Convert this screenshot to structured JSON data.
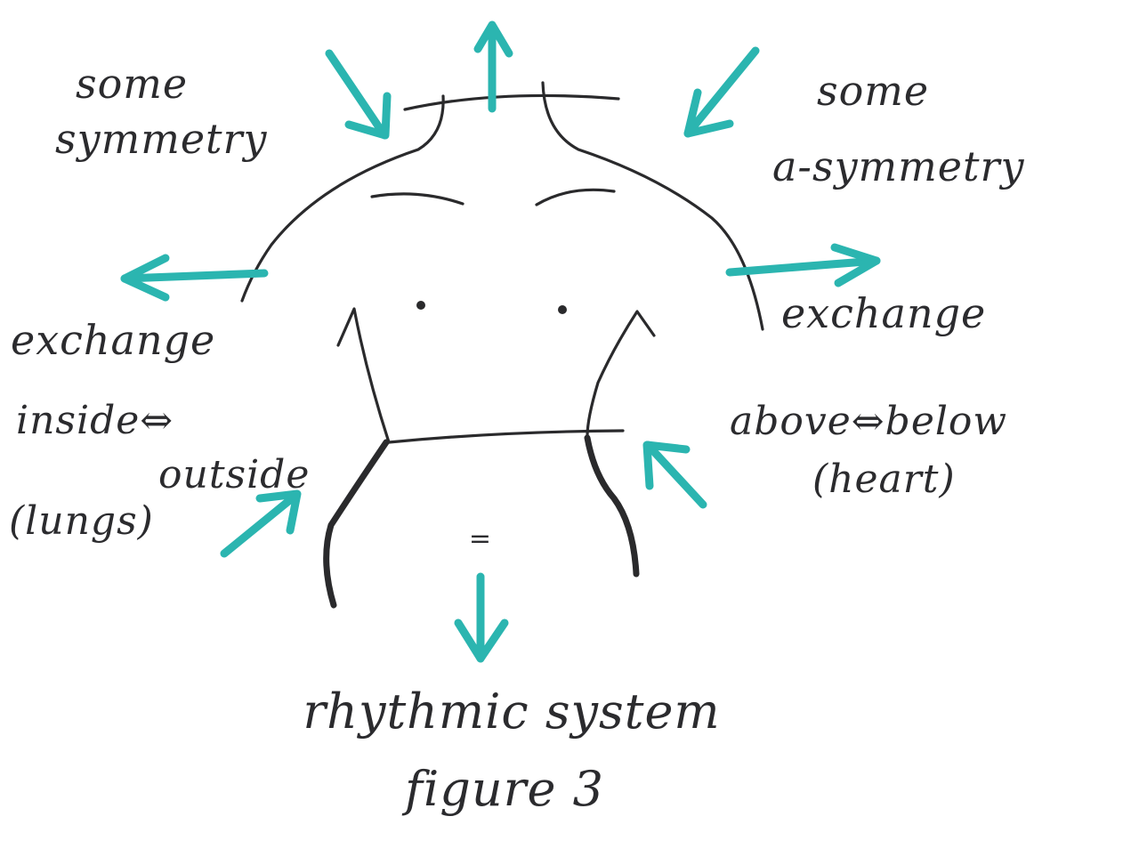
{
  "colors": {
    "ink": "#2a2a2c",
    "accent": "#2bb5b0",
    "paper": "#ffffff"
  },
  "labels": {
    "some_symmetry_line1": "some",
    "some_symmetry_line2": "symmetry",
    "some_asymmetry_line1": "some",
    "some_asymmetry_line2": "a-symmetry",
    "exchange_left": "exchange",
    "inside_outside_line1": "inside⇔",
    "inside_outside_line2": "outside",
    "lungs": "(lungs)",
    "exchange_right": "exchange",
    "above_below": "above⇔below",
    "heart": "(heart)",
    "caption_line1": "rhythmic system",
    "caption_line2": "figure 3",
    "equals_mark": "="
  },
  "icons": {
    "arrows": "teal-arrow-icon",
    "torso": "torso-sketch"
  }
}
